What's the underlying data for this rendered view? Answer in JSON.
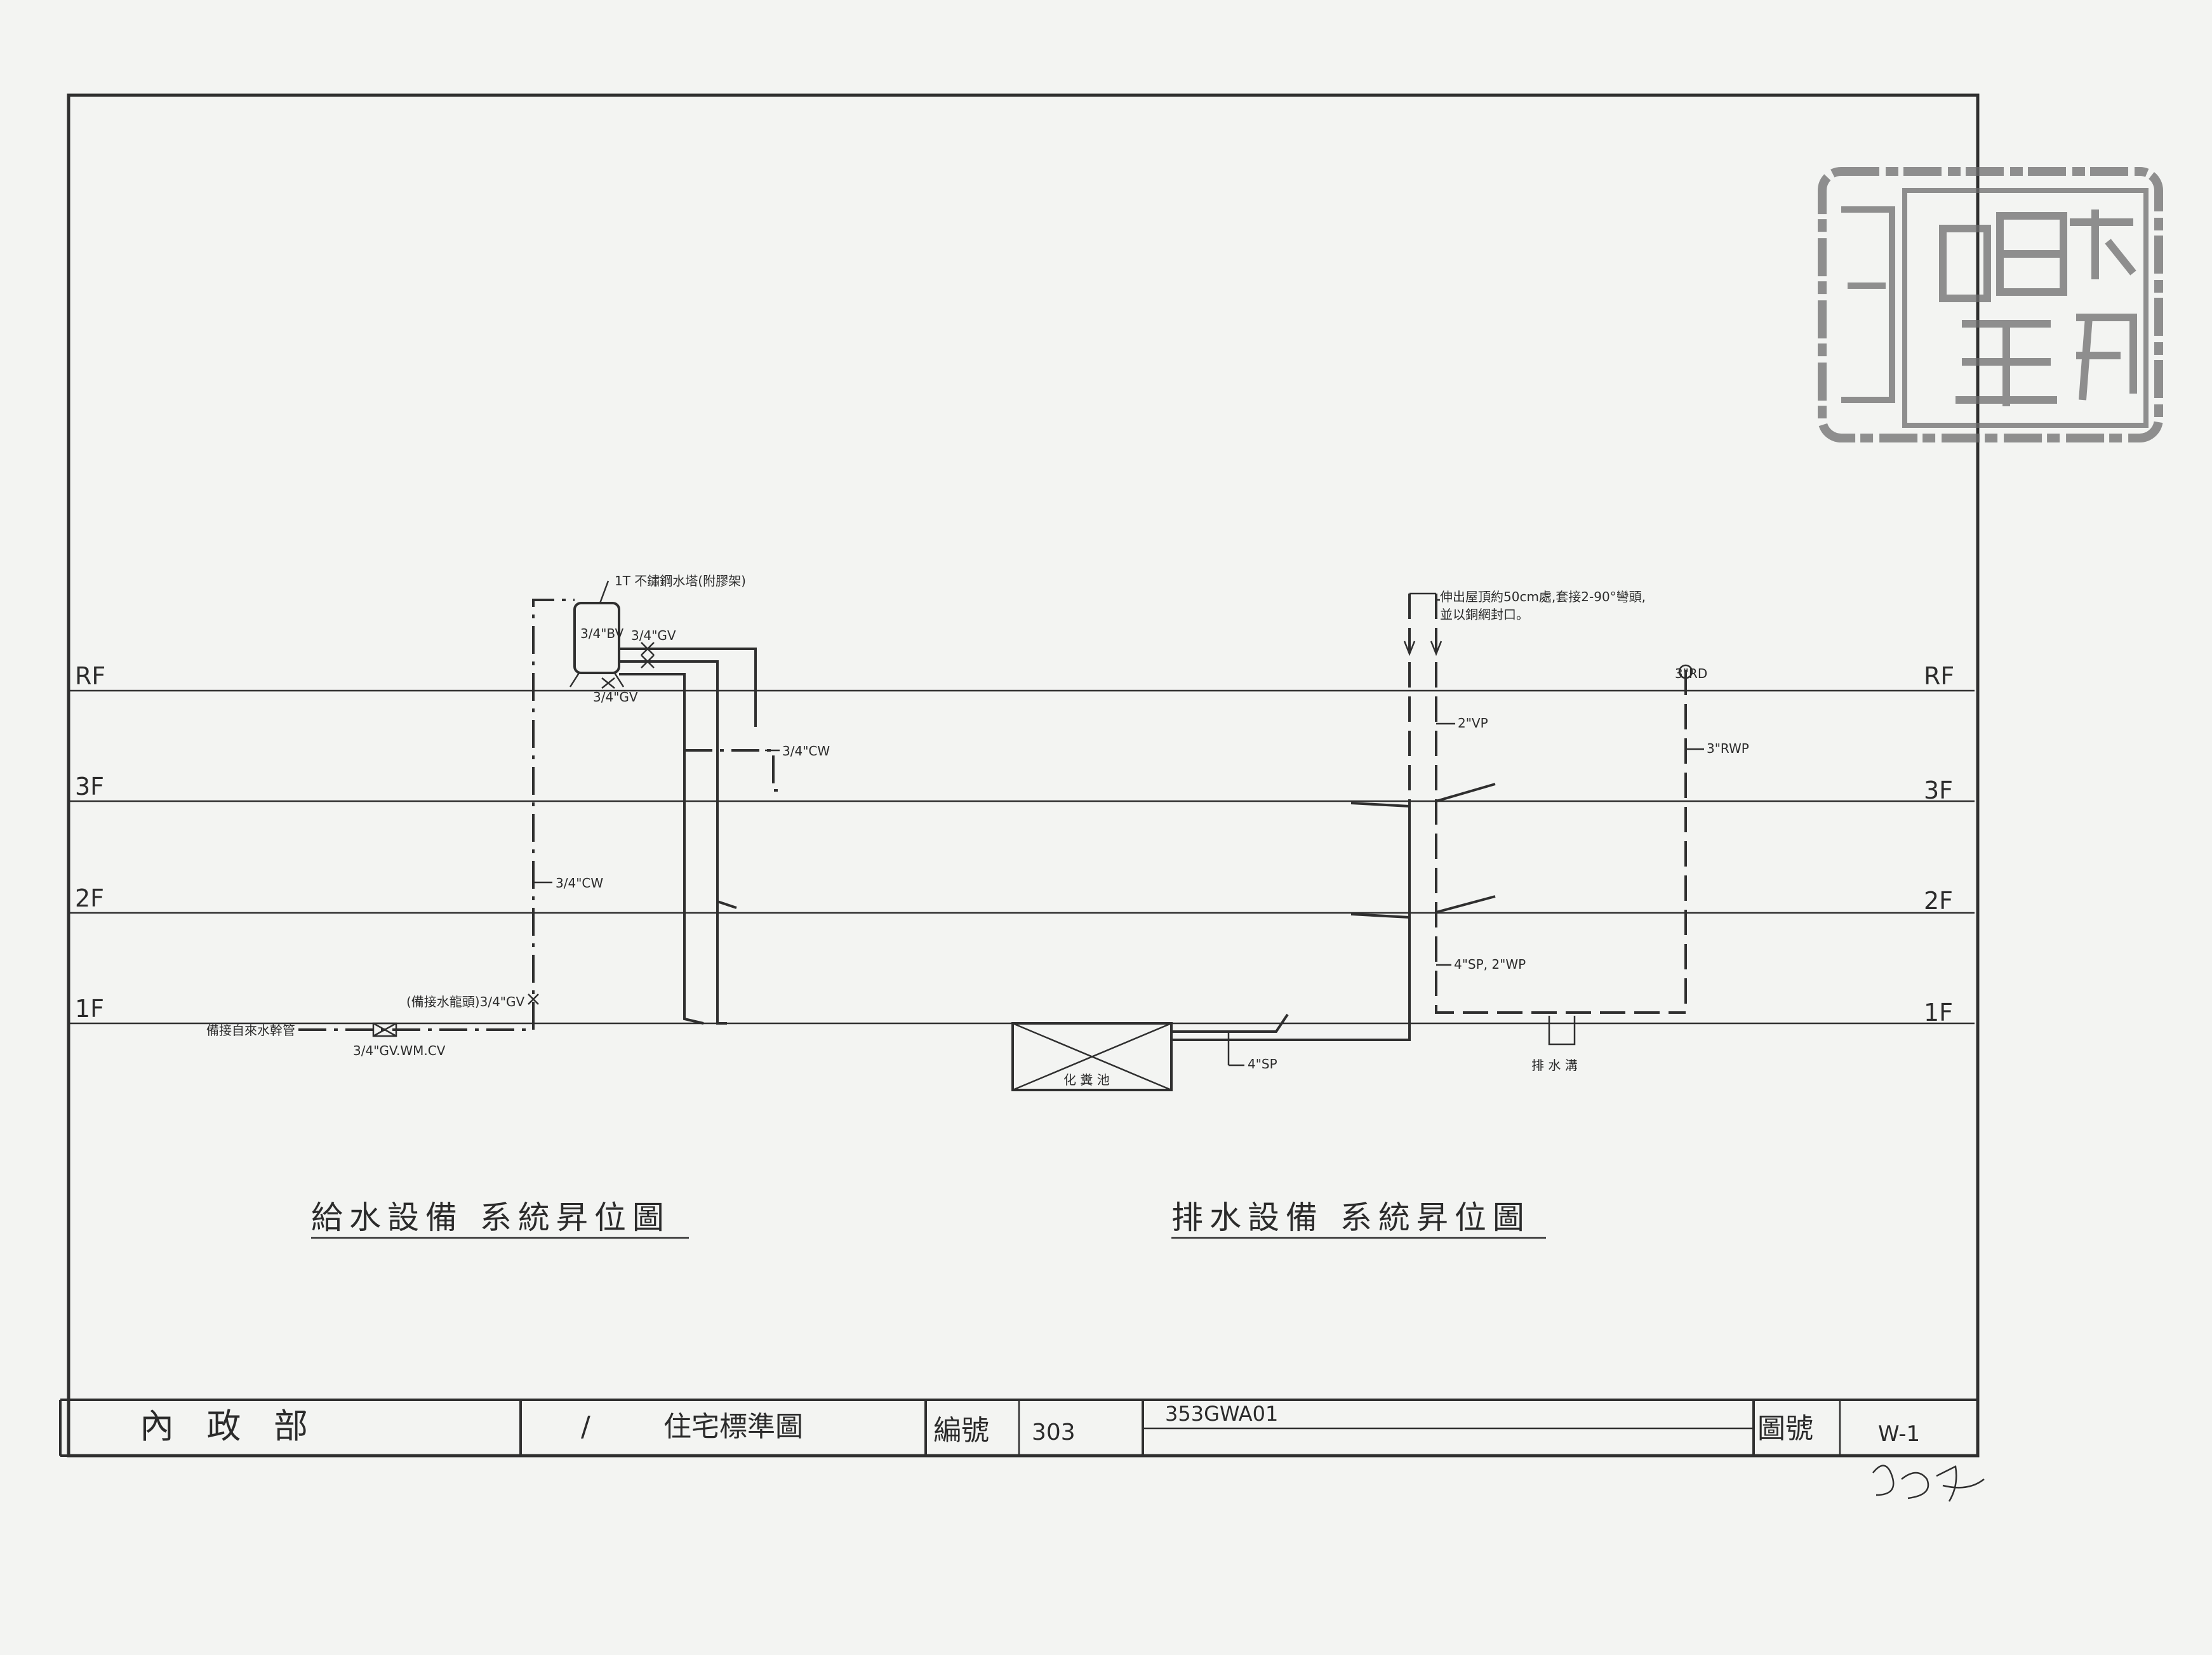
{
  "floors": {
    "rf": "RF",
    "f3": "3F",
    "f2": "2F",
    "f1": "1F"
  },
  "supply": {
    "tank": "1T 不鏽鋼水塔(附膠架)",
    "tank_bv": "3/4\"BV",
    "gv_top": "3/4\"GV",
    "gv_bottom": "3/4\"GV",
    "cw_riser": "3/4\"CW",
    "cw_main": "3/4\"CW",
    "hose_valve": "(備接水龍頭)3/4\"GV",
    "city_main": "備接自來水幹管",
    "meter": "3/4\"GV.WM.CV",
    "title": "給水設備  系統昇位圖"
  },
  "drainage": {
    "vent_note_1": "伸出屋頂約50cm處,套接2-90°彎頭,",
    "vent_note_2": "並以銅網封口。",
    "rd": "3\"RD",
    "vp": "2\"VP",
    "rwp": "3\"RWP",
    "sp_wp": "4\"SP, 2\"WP",
    "sp": "4\"SP",
    "septic": "化 糞 池",
    "drain_ditch": "排 水 溝",
    "title": "排水設備  系統昇位圖"
  },
  "title_block": {
    "ministry": "內   政   部",
    "slash": "/",
    "drawing_type": "住宅標準圖",
    "serial_label": "編號",
    "serial": "303",
    "code": "353GWA01",
    "sheet_label": "圖號",
    "sheet_no": "W-1"
  },
  "colors": {
    "paper": "#f3f4f2",
    "ink": "#2f2f2f",
    "stamp": "#6d6d6d"
  }
}
